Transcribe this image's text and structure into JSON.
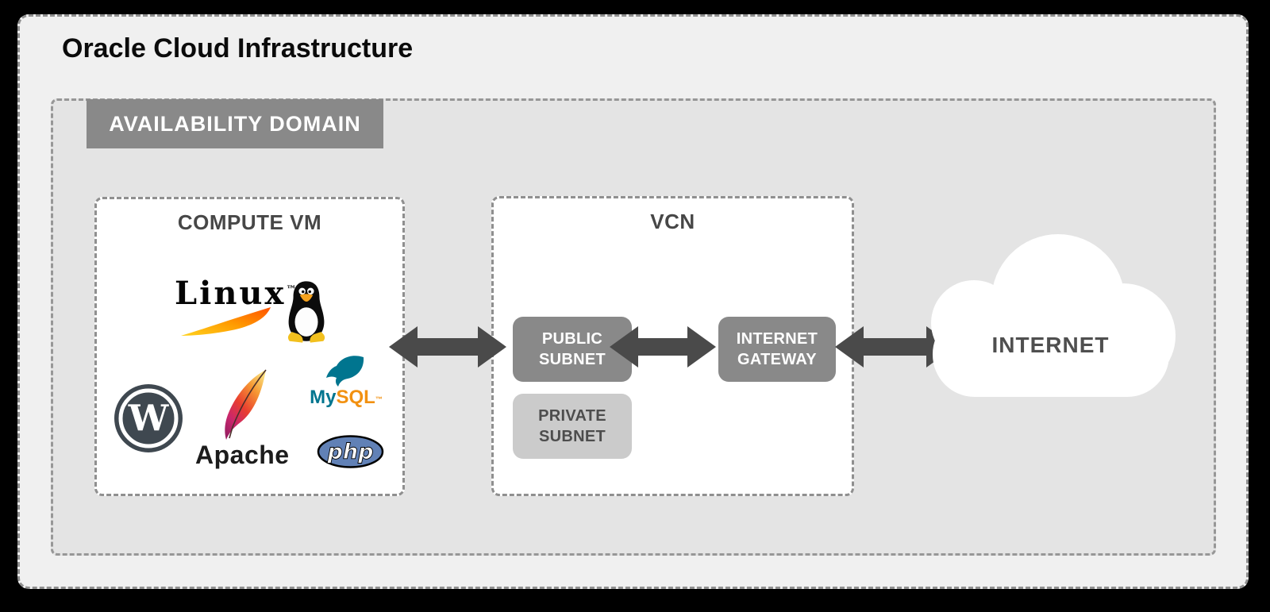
{
  "title": "Oracle Cloud Infrastructure",
  "availability_domain": {
    "label": "AVAILABILITY DOMAIN"
  },
  "compute_vm": {
    "title": "COMPUTE VM",
    "logos": {
      "linux": {
        "name": "Linux",
        "tm": "™"
      },
      "wordpress": {
        "letter": "W"
      },
      "apache": {
        "name": "Apache"
      },
      "mysql": {
        "my": "My",
        "sql": "SQL",
        "tm": "™"
      },
      "php": {
        "name": "php"
      }
    }
  },
  "vcn": {
    "title": "VCN",
    "public_subnet": {
      "label": "PUBLIC\nSUBNET"
    },
    "private_subnet": {
      "label": "PRIVATE\nSUBNET"
    },
    "internet_gateway": {
      "label": "INTERNET\nGATEWAY"
    }
  },
  "internet": {
    "label": "INTERNET"
  },
  "palette": {
    "page_background": "#000000",
    "oci_background": "#f0f0f0",
    "availability_domain_background": "#e4e4e4",
    "gray_node": "#898989",
    "light_node": "#cbcbcb",
    "arrow": "#4a4a4a",
    "title_text": "#0b0b0b",
    "box_title_text": "#474747",
    "mysql_teal": "#00758f",
    "mysql_orange": "#f29111",
    "php_blue": "#6181b6"
  }
}
